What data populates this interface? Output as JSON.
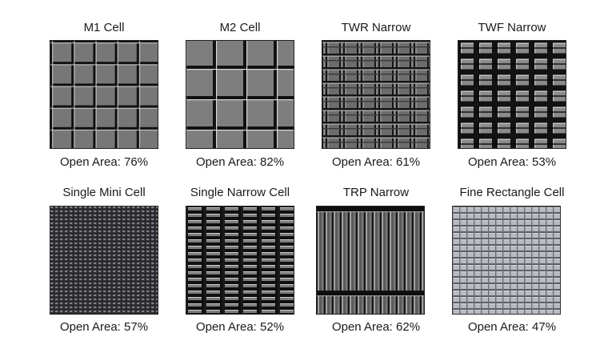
{
  "grid": [
    {
      "title": "M1 Cell",
      "caption": "Open Area: 76%"
    },
    {
      "title": "M2 Cell",
      "caption": "Open Area: 82%"
    },
    {
      "title": "TWR Narrow",
      "caption": "Open Area: 61%"
    },
    {
      "title": "TWF Narrow",
      "caption": "Open Area: 53%"
    },
    {
      "title": "Single Mini Cell",
      "caption": "Open Area: 57%"
    },
    {
      "title": "Single Narrow Cell",
      "caption": "Open Area: 52%"
    },
    {
      "title": "TRP Narrow",
      "caption": "Open Area: 62%"
    },
    {
      "title": "Fine Rectangle Cell",
      "caption": "Open Area: 47%"
    }
  ],
  "colors": {
    "background": "#ffffff",
    "mesh_gray": "#7a7a7a",
    "wire_dark": "#111111",
    "wire_light": "#d6d6d6"
  }
}
